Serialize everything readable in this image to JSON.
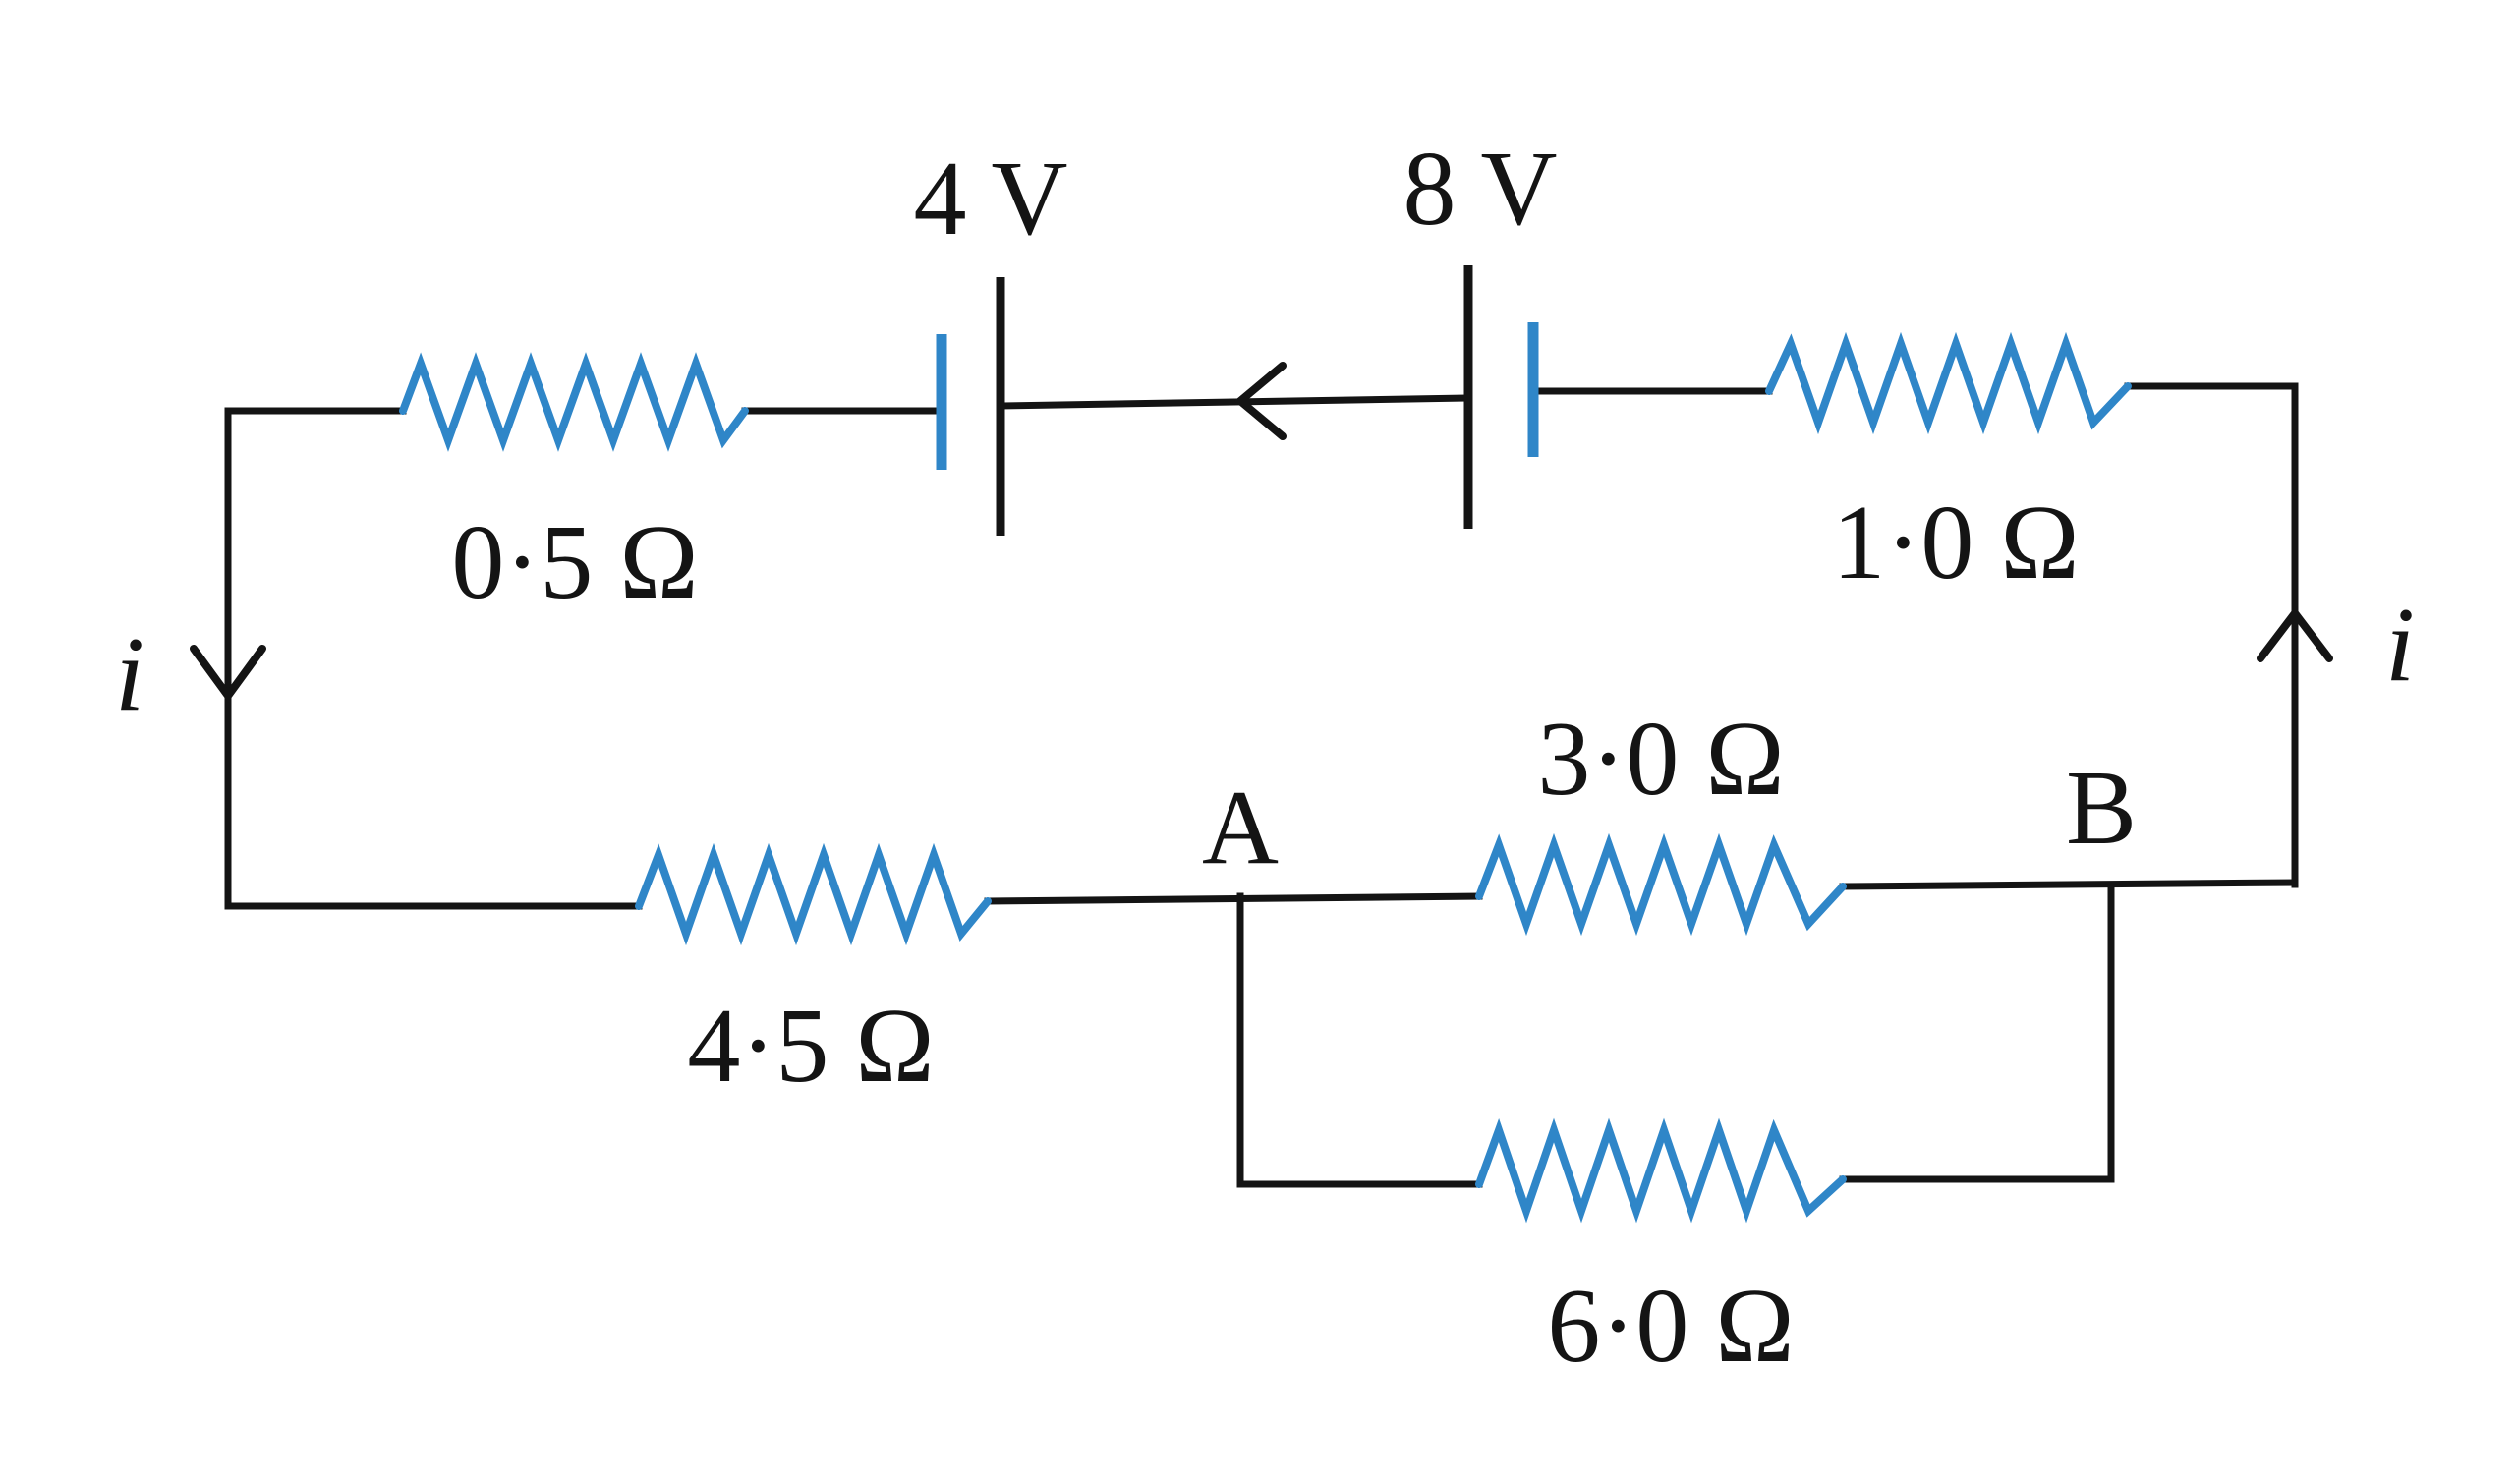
{
  "circuit": {
    "batteries": {
      "left_emf": "4 V",
      "right_emf": "8 V"
    },
    "resistors": {
      "top_left": "0·5 Ω",
      "top_right": "1·0 Ω",
      "bottom_left": "4·5 Ω",
      "parallel_upper": "3·0 Ω",
      "parallel_lower": "6·0 Ω"
    },
    "nodes": {
      "a": "A",
      "b": "B"
    },
    "current": {
      "left_symbol": "i",
      "right_symbol": "i"
    }
  },
  "colors": {
    "wire": "#141414",
    "component": "#2f86c8",
    "background": "#ffffff"
  }
}
